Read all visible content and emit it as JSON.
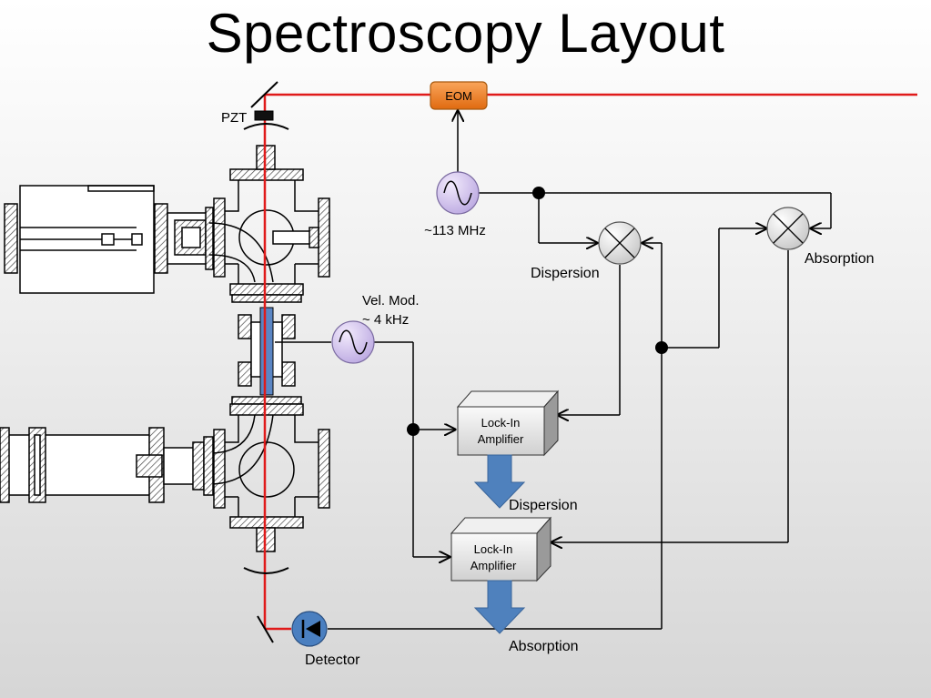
{
  "title": "Spectroscopy Layout",
  "labels": {
    "pzt": "PZT",
    "eom": "EOM",
    "rf_freq": "~113 MHz",
    "vel_mod_1": "Vel. Mod.",
    "vel_mod_2": "~ 4 kHz",
    "dispersion_mixer": "Dispersion",
    "absorption_mixer": "Absorption",
    "lockin1_line1": "Lock-In",
    "lockin1_line2": "Amplifier",
    "lockin2_line1": "Lock-In",
    "lockin2_line2": "Amplifier",
    "dispersion_out": "Dispersion",
    "absorption_out": "Absorption",
    "detector": "Detector"
  },
  "colors": {
    "laser": "#e01a1a",
    "eom_fill": "#f07d1e",
    "oscillator_fill": "#d8c8f0",
    "detector_fill": "#4a7fc0",
    "arrow_fill": "#4f81bd",
    "cell_fill": "#5b86c4"
  }
}
